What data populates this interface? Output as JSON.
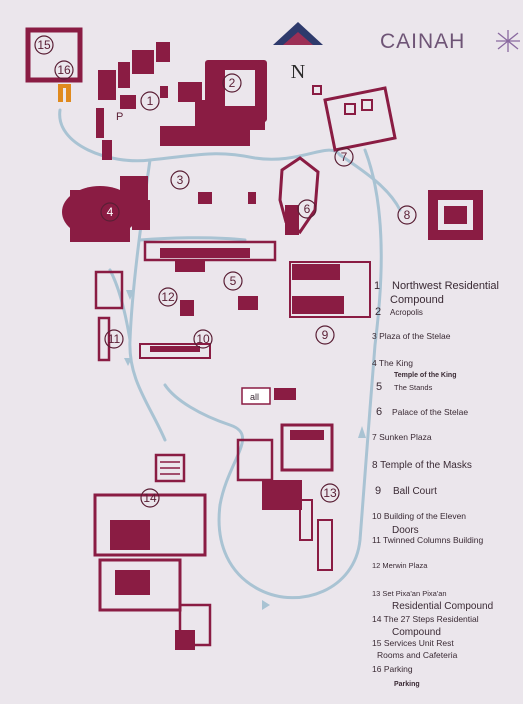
{
  "brand": "CAINAH",
  "north": "N",
  "parking_marker": "P",
  "area_tag": "all",
  "markers": [
    "1",
    "2",
    "3",
    "4",
    "5",
    "6",
    "7",
    "8",
    "9",
    "10",
    "11",
    "12",
    "13",
    "14",
    "15",
    "16"
  ],
  "legend": [
    {
      "num": "1",
      "text": "Northwest Residential"
    },
    {
      "num": "",
      "text": "Compound"
    },
    {
      "num": "2",
      "text": "Acropolis"
    },
    {
      "num": "",
      "text": "3 Plaza of the Stelae"
    },
    {
      "num": "",
      "text": "4 The King"
    },
    {
      "num": "",
      "text": "Temple of the King"
    },
    {
      "num": "5",
      "text": "The Stands"
    },
    {
      "num": "6",
      "text": "Palace of the Stelae"
    },
    {
      "num": "",
      "text": "7 Sunken Plaza"
    },
    {
      "num": "",
      "text": "8 Temple of the Masks"
    },
    {
      "num": "9",
      "text": "Ball Court"
    },
    {
      "num": "",
      "text": "10 Building of the Eleven"
    },
    {
      "num": "",
      "text": "Doors"
    },
    {
      "num": "",
      "text": "11 Twinned Columns Building"
    },
    {
      "num": "",
      "text": "12 Merwin Plaza"
    },
    {
      "num": "",
      "text": "13 Set Pixa'an Pixa'an"
    },
    {
      "num": "",
      "text": "Residential Compound"
    },
    {
      "num": "",
      "text": "14 The 27 Steps Residential"
    },
    {
      "num": "",
      "text": "Compound"
    },
    {
      "num": "",
      "text": "15 Services Unit Rest"
    },
    {
      "num": "",
      "text": "Rooms and Cafeteria"
    },
    {
      "num": "",
      "text": "16 Parking"
    },
    {
      "num": "",
      "text": "Parking"
    }
  ],
  "colors": {
    "background": "#ebe6ec",
    "building": "#8a1c43",
    "path": "#a9c3d3",
    "ink": "#3a2a34",
    "arrow_orange": "#e08a1e",
    "north_dark": "#2e3a6c",
    "north_red": "#9c2f55"
  }
}
